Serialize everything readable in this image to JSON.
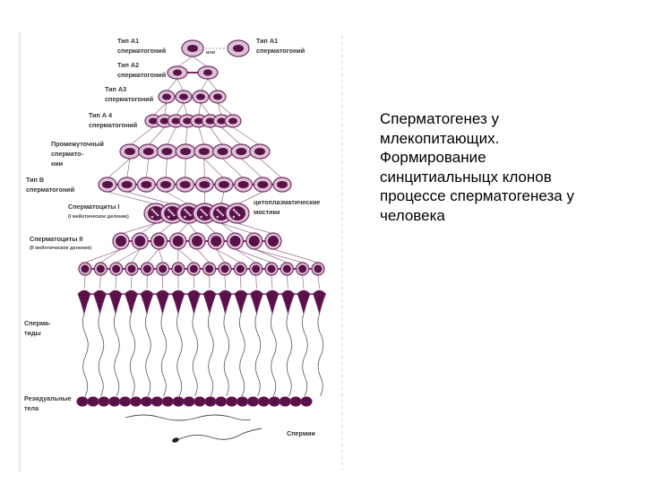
{
  "diagram": {
    "labels": {
      "type_a1_left": [
        "Тип А1",
        "сперматогоний"
      ],
      "or": "или",
      "type_a1_right": [
        "Тип А1",
        "сперматогоний"
      ],
      "type_a2": [
        "Тип А2",
        "сперматогоний"
      ],
      "type_a3": [
        "Тип А3",
        "сперматогоний"
      ],
      "type_a4": [
        "Тип А 4",
        "сперматогоний"
      ],
      "intermediate": [
        "Промежуточный",
        "спермато-",
        "нии"
      ],
      "type_b": [
        "Тип В",
        "сперматогоний"
      ],
      "spermatocytes_1": [
        "Сперматоциты I"
      ],
      "meiosis_1": "(I мейотическое деление)",
      "bridges": [
        "цитоплазматические",
        "мостики"
      ],
      "spermatocytes_2": [
        "Сперматоциты II"
      ],
      "meiosis_2": "(II мейотическое деление)",
      "spermatids": [
        "Сперма-",
        "тиды"
      ],
      "residual": [
        "Резидуальные",
        "тела"
      ],
      "sperm": "Спермии"
    },
    "colors": {
      "cell_fill": "#d9c3d3",
      "cell_stroke": "#7a2a66",
      "nucleus": "#5a1048",
      "line": "#9a6c92",
      "label": "#333333"
    }
  },
  "caption": {
    "lines": [
      "Сперматогенез у",
      "млекопитающих.",
      "Формирование",
      "синцитиальныцх клонов",
      "процессе сперматогенеза у",
      "человека"
    ]
  }
}
